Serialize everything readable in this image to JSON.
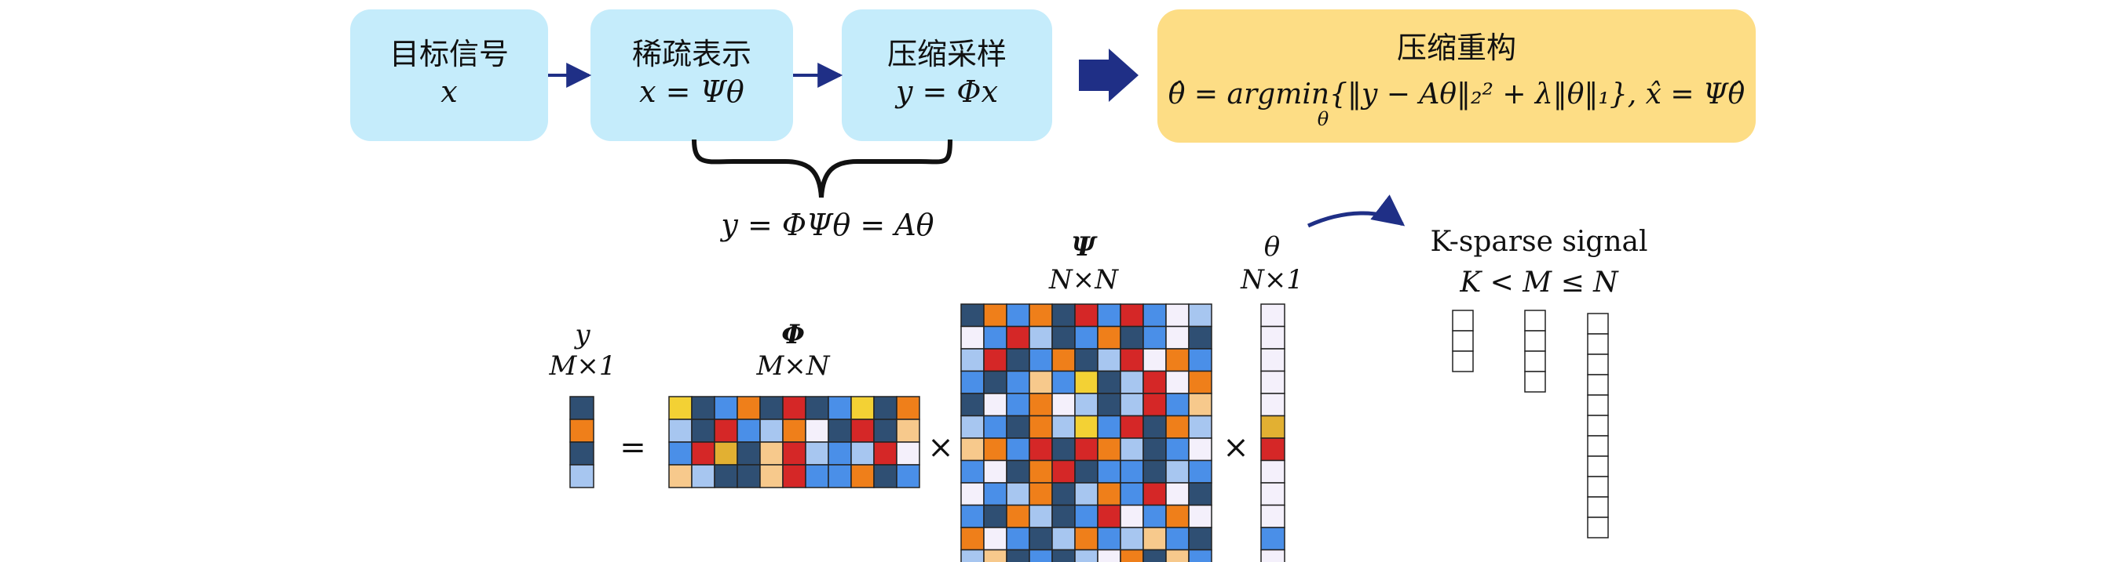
{
  "flow": {
    "box1": {
      "title": "目标信号",
      "formula": "x"
    },
    "box2": {
      "title": "稀疏表示",
      "formula": "x = Ψθ"
    },
    "box3": {
      "title": "压缩采样",
      "formula": "y = Φx"
    },
    "box4": {
      "title": "压缩重构",
      "formula": "θ̂ = argmin{‖y − Aθ‖₂² + λ‖θ‖₁}, x̂ = Ψθ̂",
      "subscript": "θ"
    },
    "brace_formula": "y = ΦΨθ = Aθ"
  },
  "matrices": {
    "y": {
      "name": "y",
      "dims": "M×1"
    },
    "phi": {
      "name": "Φ",
      "dims": "M×N"
    },
    "psi": {
      "name": "Ψ",
      "dims": "N×N"
    },
    "theta": {
      "name": "θ",
      "dims": "N×1"
    },
    "equals": "=",
    "times1": "×",
    "times2": "×"
  },
  "legend": {
    "title": "K-sparse signal",
    "relation": "K < M ≤ N"
  },
  "colors": {
    "flow_box": "#c5ecfb",
    "recon_box": "#fddd85",
    "arrow": "#1f2f86",
    "cell_dark": "#2f4f73",
    "cell_blue": "#4a8fe8",
    "cell_light": "#a7c6f0",
    "cell_white": "#f4f0fb",
    "cell_orange": "#ef7f1a",
    "cell_red": "#d52727",
    "cell_yellow": "#f3d134",
    "cell_peach": "#f7c98c",
    "cell_gold": "#e2b032"
  },
  "grids": {
    "y_cells": [
      "D",
      "O",
      "D",
      "L"
    ],
    "phi_cells": [
      [
        "Y",
        "D",
        "B",
        "O",
        "D",
        "R",
        "D",
        "B",
        "Y",
        "D",
        "O"
      ],
      [
        "L",
        "D",
        "R",
        "B",
        "L",
        "O",
        "W",
        "D",
        "R",
        "D",
        "P"
      ],
      [
        "B",
        "R",
        "G",
        "D",
        "P",
        "R",
        "L",
        "B",
        "L",
        "R",
        "W"
      ],
      [
        "P",
        "L",
        "D",
        "D",
        "P",
        "R",
        "B",
        "B",
        "O",
        "D",
        "B"
      ]
    ],
    "psi_cells": [
      [
        "D",
        "O",
        "B",
        "O",
        "D",
        "R",
        "B",
        "R",
        "B",
        "W",
        "L"
      ],
      [
        "W",
        "B",
        "R",
        "L",
        "D",
        "B",
        "O",
        "D",
        "B",
        "W",
        "D"
      ],
      [
        "L",
        "R",
        "D",
        "B",
        "O",
        "D",
        "L",
        "R",
        "W",
        "O",
        "B"
      ],
      [
        "B",
        "D",
        "B",
        "P",
        "B",
        "Y",
        "D",
        "L",
        "R",
        "W",
        "O"
      ],
      [
        "D",
        "W",
        "B",
        "O",
        "W",
        "L",
        "D",
        "L",
        "R",
        "B",
        "P"
      ],
      [
        "L",
        "B",
        "D",
        "O",
        "L",
        "Y",
        "B",
        "R",
        "D",
        "O",
        "L"
      ],
      [
        "P",
        "O",
        "B",
        "R",
        "D",
        "R",
        "O",
        "L",
        "D",
        "B",
        "W"
      ],
      [
        "B",
        "W",
        "D",
        "O",
        "R",
        "D",
        "B",
        "B",
        "D",
        "L",
        "B"
      ],
      [
        "W",
        "B",
        "L",
        "O",
        "D",
        "L",
        "O",
        "B",
        "R",
        "W",
        "D"
      ],
      [
        "B",
        "D",
        "O",
        "L",
        "D",
        "B",
        "R",
        "W",
        "B",
        "O",
        "W"
      ],
      [
        "O",
        "W",
        "B",
        "D",
        "L",
        "O",
        "B",
        "L",
        "P",
        "B",
        "D"
      ],
      [
        "L",
        "P",
        "D",
        "B",
        "D",
        "L",
        "W",
        "O",
        "D",
        "P",
        "B"
      ]
    ],
    "theta_cells": [
      "W",
      "W",
      "W",
      "W",
      "W",
      "G",
      "R",
      "W",
      "W",
      "W",
      "B",
      "W"
    ]
  }
}
